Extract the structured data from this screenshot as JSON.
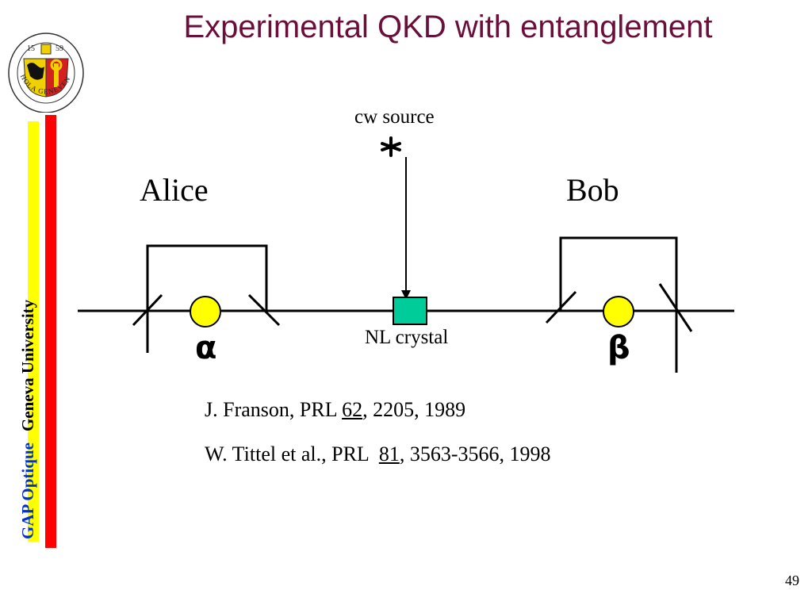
{
  "slide": {
    "title": "Experimental QKD with entanglement",
    "page_number": "49"
  },
  "sidebar": {
    "group": "GAP Optique",
    "university": "Geneva University"
  },
  "seal": {
    "left_year": "15",
    "right_year": "59",
    "motto": "SCHOLA GENEVENSIS"
  },
  "diagram": {
    "source_label": "cw source",
    "alice_label": "Alice",
    "bob_label": "Bob",
    "crystal_label": "NL crystal",
    "alice_phase": "α",
    "bob_phase": "β",
    "colors": {
      "crystal": "#00cc99",
      "phase_shifter": "#ffff00",
      "line": "#000000"
    }
  },
  "references": [
    {
      "prefix": "J. Franson, PRL ",
      "volume": "62",
      "suffix": ", 2205, 1989"
    },
    {
      "prefix": "W. Tittel et al., PRL  ",
      "volume": "81",
      "suffix": ", 3563-3566, 1998"
    }
  ]
}
